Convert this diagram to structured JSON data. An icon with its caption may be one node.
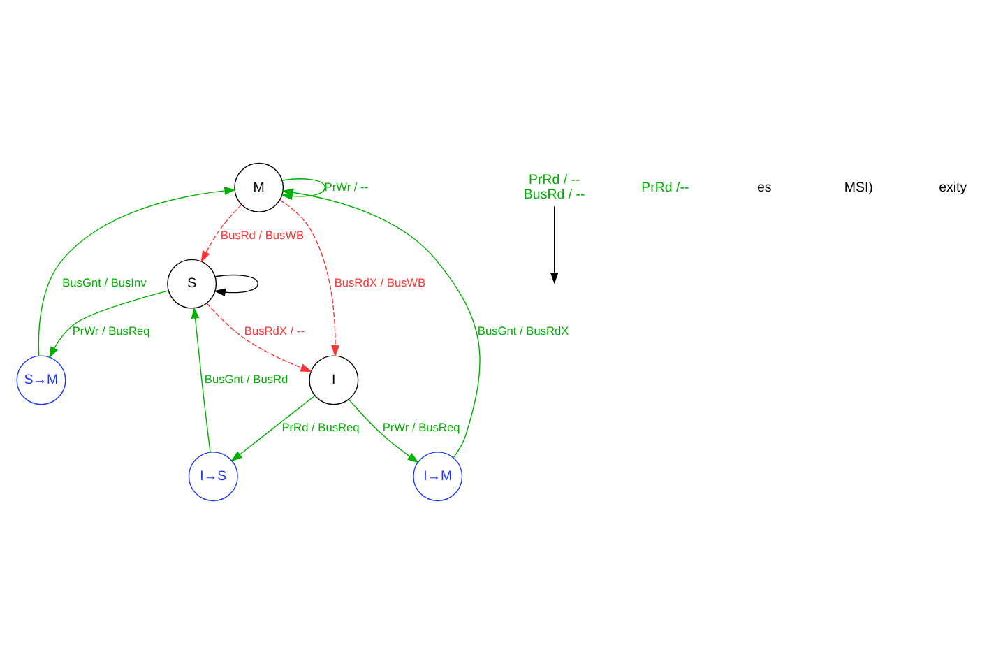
{
  "diagram": {
    "nodes": [
      {
        "text": [
          "M"
        ]
      },
      {
        "text": [
          "S"
        ]
      },
      {
        "text": [
          "I"
        ]
      },
      {
        "text": [
          "S→M"
        ]
      },
      {
        "text": [
          "I→M"
        ]
      },
      {
        "text": [
          "I→S"
        ]
      },
      {
        "text": [
          "PrRd / --",
          "BusRd / --"
        ]
      }
    ],
    "edges": [
      {
        "from": 0,
        "to": 0,
        "arrow": "to",
        "label": "PrWr / --"
      },
      {
        "from": 4,
        "to": 0,
        "arrow": "to",
        "label": "BusGnt / BusRdX"
      },
      {
        "from": 3,
        "to": 0,
        "arrow": "to",
        "label": "BusGnt / BusInv"
      },
      {
        "from": 1,
        "to": 3,
        "arrow": "to",
        "label": "PrWr / BusReq"
      },
      {
        "from": 5,
        "to": 1,
        "arrow": "to",
        "label": "BusGnt / BusRd"
      },
      {
        "from": 1,
        "to": 1,
        "arrow": "to",
        "color": "#000000"
      },
      {
        "from": 6,
        "to": null,
        "arrow": "to",
        "color": "#000000"
      },
      {
        "from": 0,
        "to": 1,
        "arrow": "to",
        "label": "BusRd / BusWB",
        "style": "dashed",
        "color": "#ff3333"
      },
      {
        "from": 0,
        "to": 2,
        "arrow": "to",
        "label": "BusRdX / BusWB",
        "style": "dashed",
        "color": "#ff3333"
      },
      {
        "from": 1,
        "to": 2,
        "arrow": "to",
        "label": "BusRdX / --",
        "style": "dashed",
        "color": "#ff3333"
      },
      {
        "from": 2,
        "to": 4,
        "arrow": "to",
        "label": "PrWr / BusReq"
      },
      {
        "from": 2,
        "to": 5,
        "arrow": "to",
        "label": "PrRd / BusReq"
      }
    ],
    "labels": [
      "PrRd /--",
      "es",
      "MSI)",
      "exity"
    ]
  }
}
